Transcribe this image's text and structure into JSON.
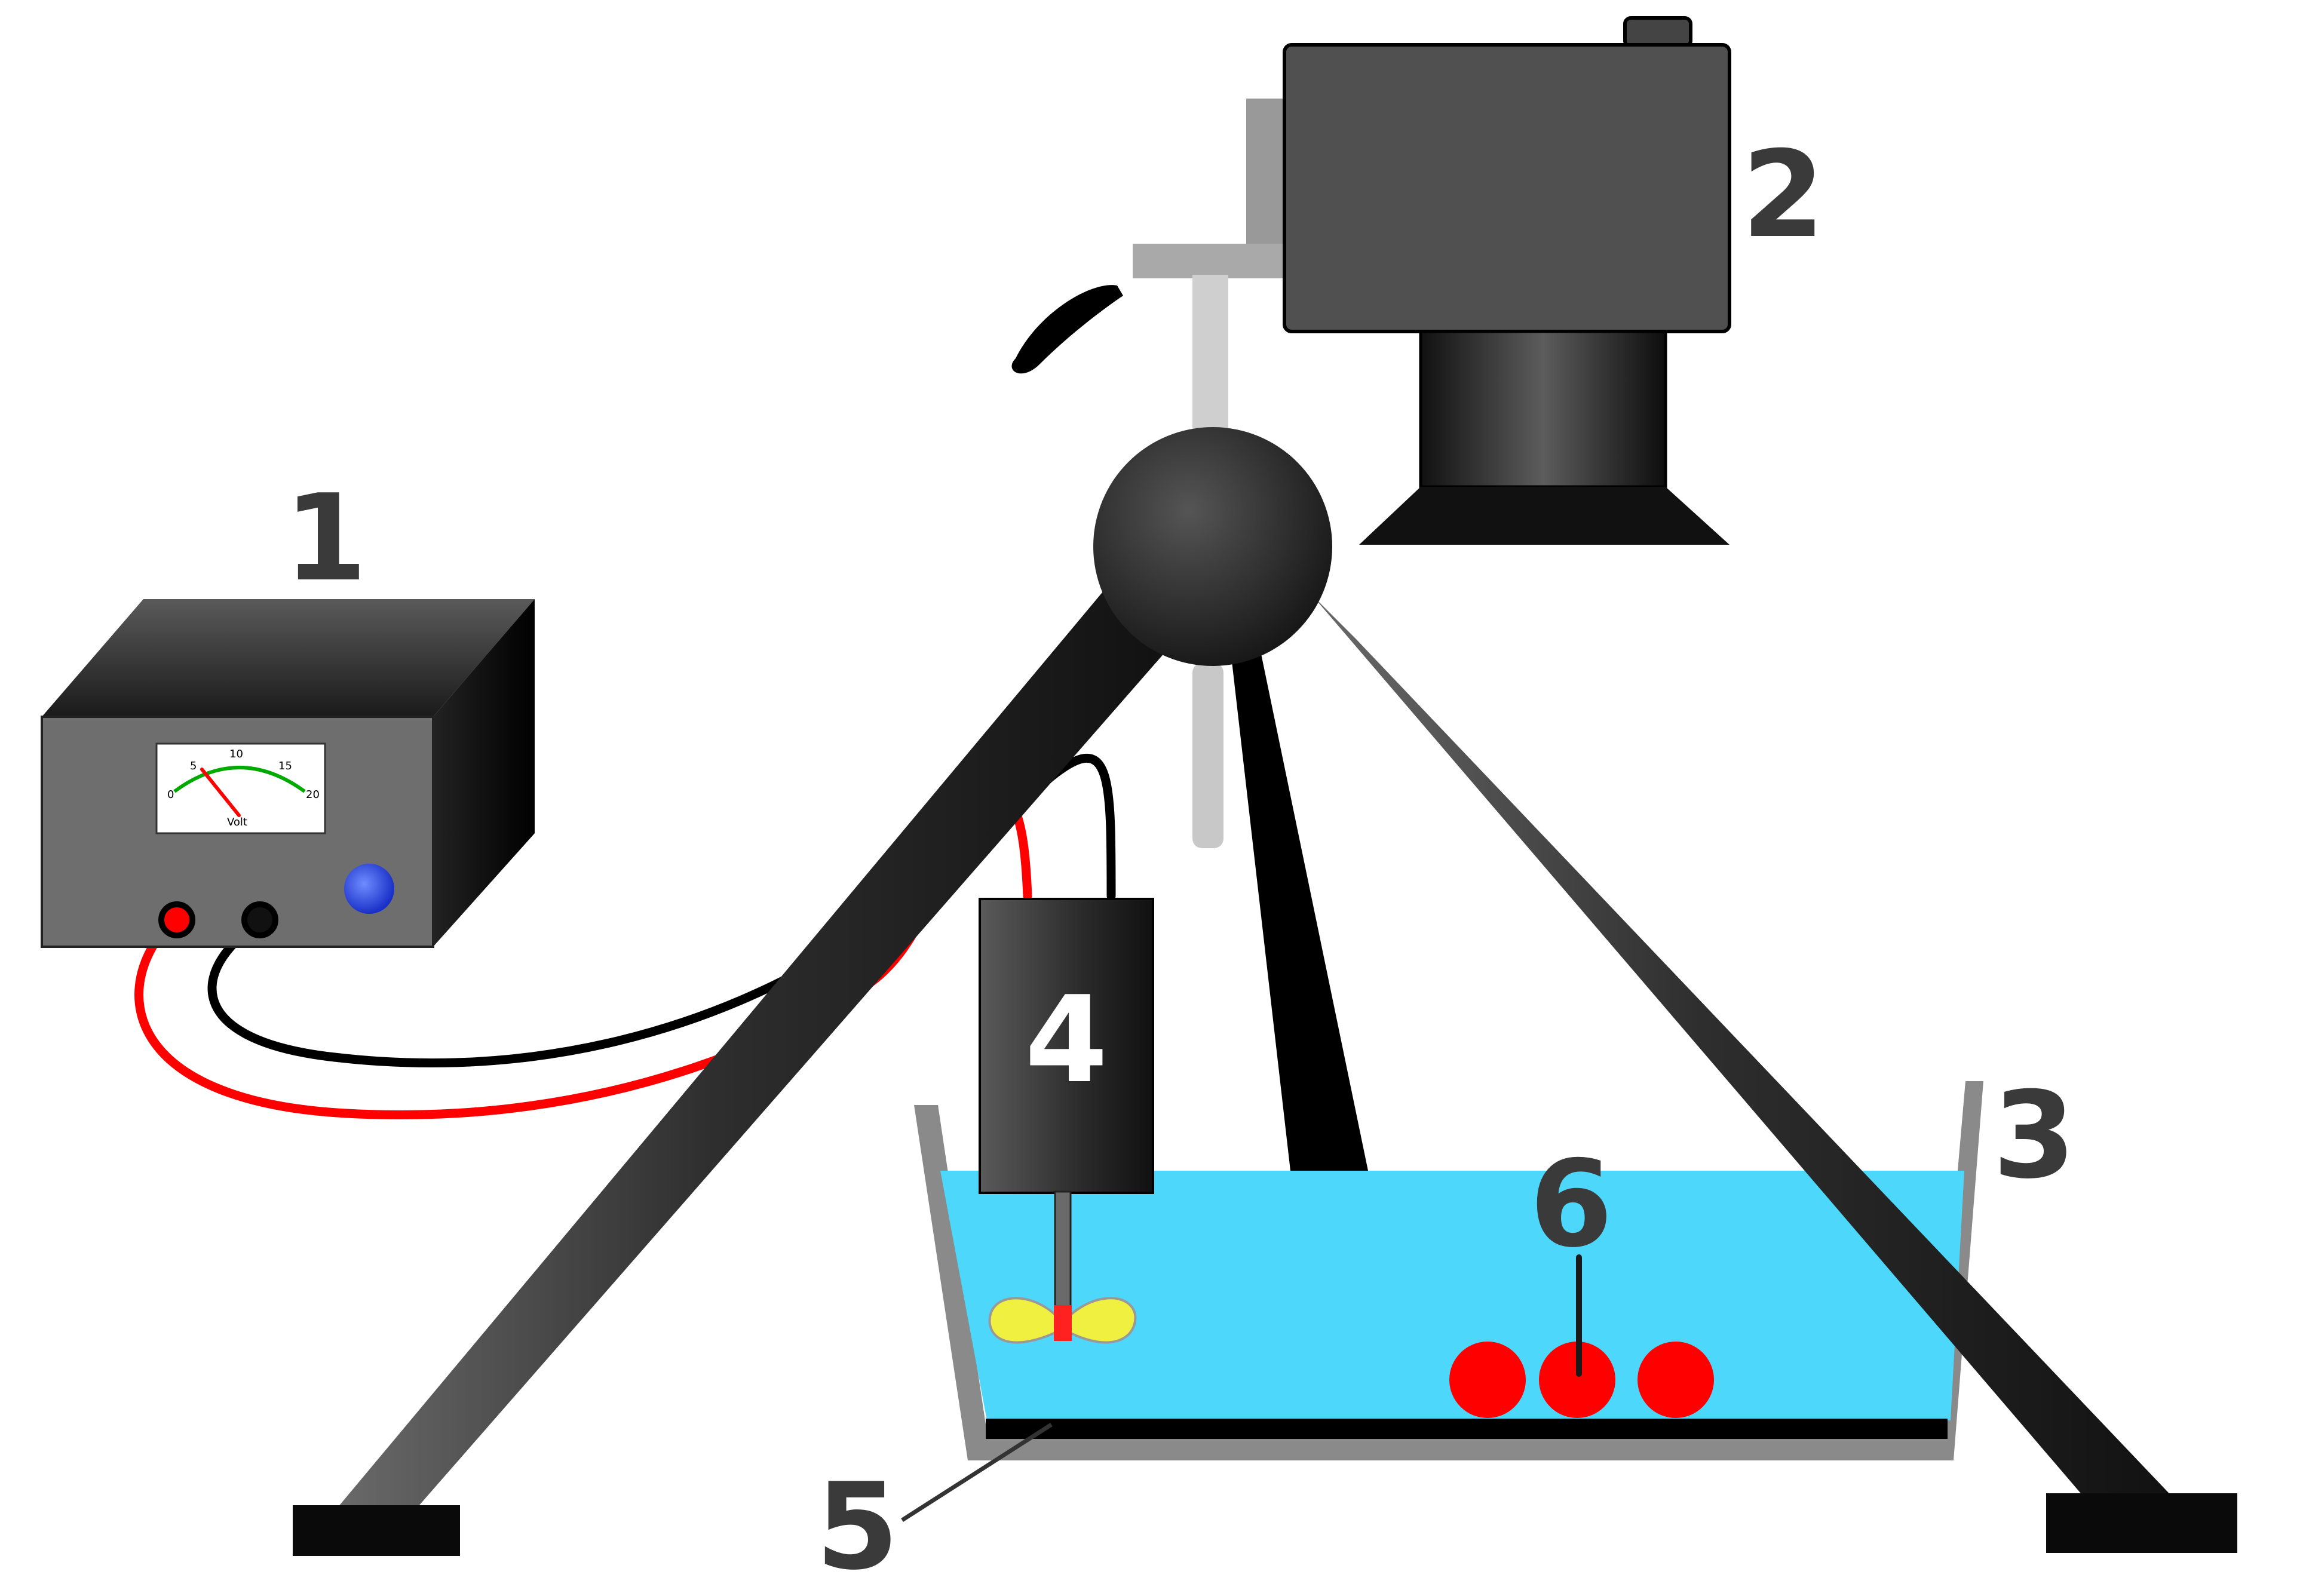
{
  "labels": {
    "power_supply": "1",
    "camera": "2",
    "container": "3",
    "stirrer": "4",
    "bottom_layer": "5",
    "particles": "6"
  },
  "voltmeter": {
    "ticks": [
      "0",
      "5",
      "10",
      "15",
      "20"
    ],
    "unit": "Volt",
    "needle_value": 5
  },
  "colors": {
    "water": "#4dd7fa",
    "particle": "#ff0000",
    "wire_positive": "#ff0000",
    "wire_negative": "#000000",
    "body_dark": "#3c3c3c",
    "label": "#3a3a3a",
    "propeller": "#f0f040",
    "knob": "#3355ee"
  }
}
